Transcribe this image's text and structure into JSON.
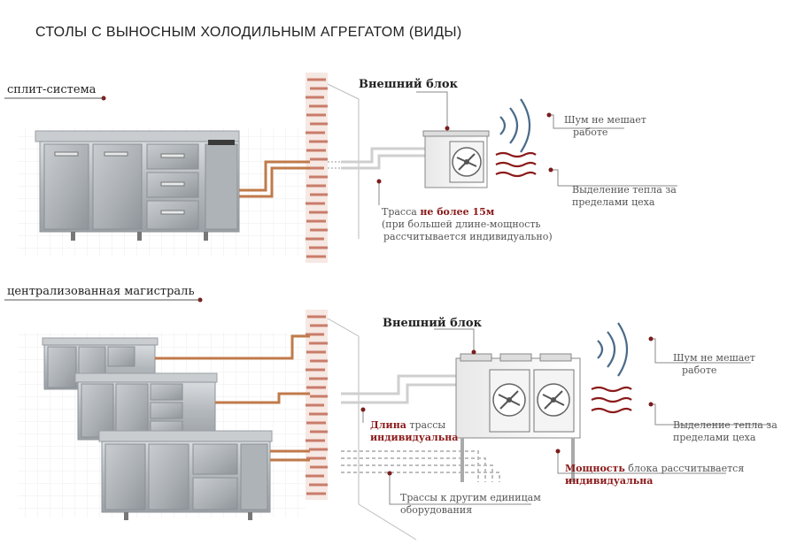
{
  "title": "СТОЛЫ С ВЫНОСНЫМ ХОЛОДИЛЬНЫМ АГРЕГАТОМ (ВИДЫ)",
  "colors": {
    "accent": "#8b1a1a",
    "pipe": "#c07a4a",
    "brick": "#c97c6a",
    "steel": "#b8bcc0"
  },
  "section1": {
    "label": "сплит-система",
    "outdoor_unit": "Внешний блок",
    "noise": {
      "line1": "Шум не мешает",
      "line2": "работе"
    },
    "heat": {
      "line1": "Выделение тепла за",
      "line2": "пределами цеха"
    },
    "route": {
      "prefix": "Трасса ",
      "highlight": "не более 15м",
      "line2": "(при большей длине-мощность",
      "line3": "рассчитывается индивидуально)"
    }
  },
  "section2": {
    "label": "централизованная магистраль",
    "outdoor_unit": "Внешний блок",
    "noise": {
      "line1": "Шум не мешает",
      "line2": "работе"
    },
    "heat": {
      "line1": "Выделение тепла за",
      "line2": "пределами цеха"
    },
    "length": {
      "highlight": "Длина",
      "rest": " трассы",
      "line2": "индивидуальна"
    },
    "power": {
      "highlight": "Мощность",
      "rest": " блока рассчитывается",
      "line2": "индивидуальна"
    },
    "other": {
      "line1": "Трассы к другим единицам",
      "line2": "оборудования"
    }
  }
}
